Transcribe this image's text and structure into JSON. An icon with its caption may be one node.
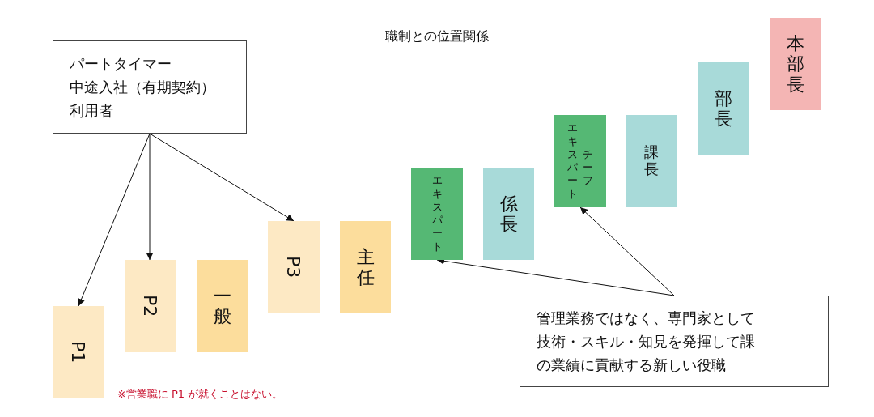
{
  "diagram": {
    "title": "職制との位置関係",
    "nodes": [
      {
        "text": [
          "パートタイマー",
          "中途入社（有期契約）",
          "利用者"
        ]
      },
      {
        "text": [
          "P1"
        ]
      },
      {
        "text": [
          "P2"
        ]
      },
      {
        "text": [
          "一般"
        ]
      },
      {
        "text": [
          "P3"
        ]
      },
      {
        "text": [
          "主任"
        ]
      },
      {
        "text": [
          "エキスパート"
        ]
      },
      {
        "text": [
          "係長"
        ]
      },
      {
        "text": [
          "エキスパート",
          "チーフ"
        ]
      },
      {
        "text": [
          "課長"
        ]
      },
      {
        "text": [
          "部長"
        ]
      },
      {
        "text": [
          "本部長"
        ]
      },
      {
        "text": [
          "管理業務ではなく、専門家として技術・スキル・知見を発揮して課の業績に貢献する新しい役職"
        ]
      }
    ],
    "edges": [
      {
        "from": 0,
        "to": 1,
        "arrow": "to"
      },
      {
        "from": 0,
        "to": 2,
        "arrow": "to"
      },
      {
        "from": 0,
        "to": 4,
        "arrow": "to"
      },
      {
        "from": 12,
        "to": 6,
        "arrow": "to"
      },
      {
        "from": 12,
        "to": 8,
        "arrow": "to"
      }
    ],
    "labels": [
      "※営業職に P1 が就くことはない。"
    ]
  }
}
